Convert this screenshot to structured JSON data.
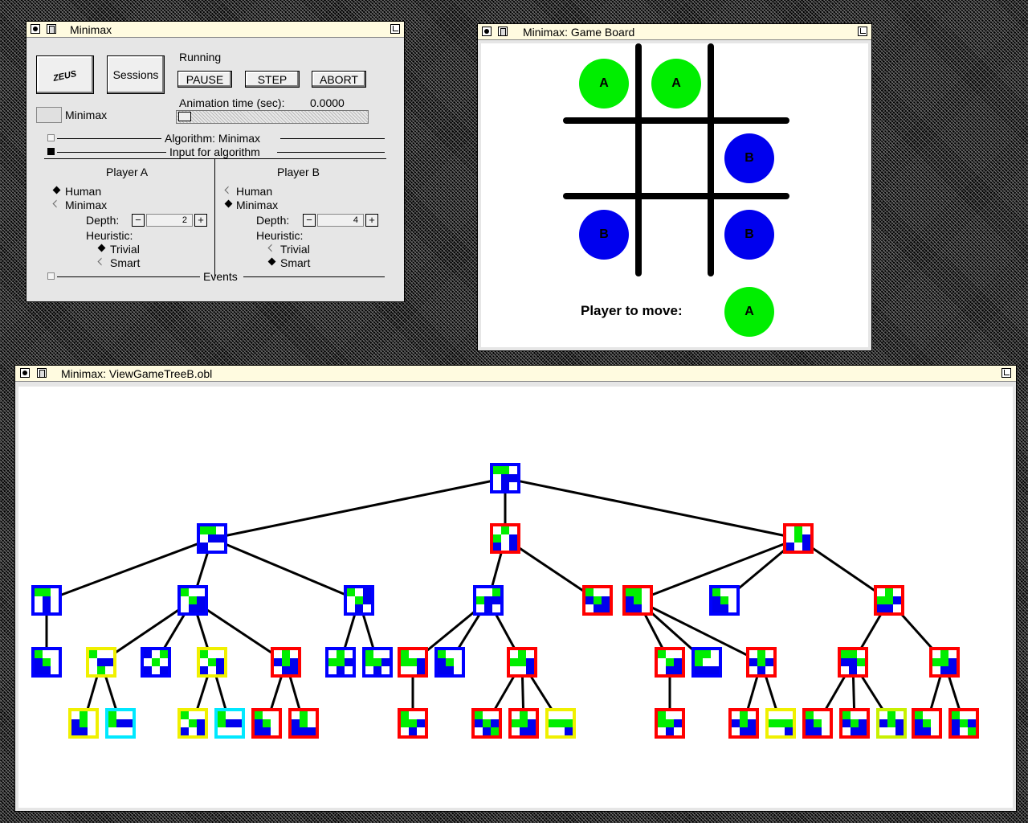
{
  "control": {
    "title": "Minimax",
    "zeus_label": "ZEUS",
    "sessions_label": "Sessions",
    "status": "Running",
    "pause_label": "PAUSE",
    "step_label": "STEP",
    "abort_label": "ABORT",
    "algo_name": "Minimax",
    "anim_label": "Animation time (sec):",
    "anim_value": "0.0000",
    "algorithm_section": "Algorithm:  Minimax",
    "input_section": "Input for algorithm",
    "events_section": "Events",
    "player_a": {
      "title": "Player A",
      "human": "Human",
      "minimax": "Minimax",
      "depth_label": "Depth:",
      "depth": "2",
      "heuristic_label": "Heuristic:",
      "trivial": "Trivial",
      "smart": "Smart",
      "mode": "human",
      "heuristic": "trivial"
    },
    "player_b": {
      "title": "Player B",
      "human": "Human",
      "minimax": "Minimax",
      "depth_label": "Depth:",
      "depth": "4",
      "heuristic_label": "Heuristic:",
      "trivial": "Trivial",
      "smart": "Smart",
      "mode": "minimax",
      "heuristic": "smart"
    }
  },
  "board": {
    "title": "Minimax: Game Board",
    "cells": [
      "A",
      "A",
      "",
      "",
      "",
      "B",
      "B",
      "",
      "B"
    ],
    "player_to_move_label": "Player to move:",
    "player_to_move": "A",
    "colors": {
      "A": "#00ee00",
      "B": "#0000ee"
    }
  },
  "tree": {
    "title": "Minimax: ViewGameTreeB.obl",
    "border_colors": {
      "blue": "#0000ff",
      "red": "#ff0000",
      "yellow": "#f0f000",
      "cyan": "#00e8ff",
      "lime": "#c8f000"
    },
    "nodes": [
      {
        "id": "r",
        "parent": null,
        "border": "blue",
        "cells": "AA..BB.B."
      },
      {
        "id": "n1",
        "parent": "r",
        "border": "blue",
        "cells": "AA..BBB.."
      },
      {
        "id": "n2",
        "parent": "r",
        "border": "red",
        "cells": ".A.A.BB.B"
      },
      {
        "id": "n3",
        "parent": "r",
        "border": "red",
        "cells": ".A..ABB.B"
      },
      {
        "id": "n11",
        "parent": "n1",
        "border": "blue",
        "cells": "AA..B..B."
      },
      {
        "id": "n12",
        "parent": "n1",
        "border": "blue",
        "cells": "A...AB.BB"
      },
      {
        "id": "n13",
        "parent": "n1",
        "border": "blue",
        "cells": "A.B.AB.B."
      },
      {
        "id": "n21",
        "parent": "n2",
        "border": "blue",
        "cells": "..AABB.B."
      },
      {
        "id": "n22",
        "parent": "n2",
        "border": "red",
        "cells": "A..BAB.BB"
      },
      {
        "id": "n31",
        "parent": "n3",
        "border": "red",
        "cells": "AA.BA.BB."
      },
      {
        "id": "n32",
        "parent": "n3",
        "border": "blue",
        "cells": "A..BA.BB."
      },
      {
        "id": "n33",
        "parent": "n3",
        "border": "red",
        "cells": ".A.AABBB."
      },
      {
        "id": "n111",
        "parent": "n11",
        "border": "blue",
        "cells": "A..BA.BB."
      },
      {
        "id": "n121",
        "parent": "n12",
        "border": "yellow",
        "cells": "A...BB.A."
      },
      {
        "id": "n122",
        "parent": "n12",
        "border": "blue",
        "cells": "B.A.A.B.B"
      },
      {
        "id": "n123",
        "parent": "n12",
        "border": "yellow",
        "cells": "A...ABB.B"
      },
      {
        "id": "n124",
        "parent": "n12",
        "border": "red",
        "cells": ".A.BAB.BB"
      },
      {
        "id": "n131",
        "parent": "n13",
        "border": "blue",
        "cells": ".A.AAB.B."
      },
      {
        "id": "n132",
        "parent": "n13",
        "border": "blue",
        "cells": "A..AAB.B."
      },
      {
        "id": "n211",
        "parent": "n21",
        "border": "red",
        "cells": "A..AAB..B"
      },
      {
        "id": "n212",
        "parent": "n21",
        "border": "blue",
        "cells": "A..BA.BB."
      },
      {
        "id": "n213",
        "parent": "n21",
        "border": "red",
        "cells": ".A.AAB..B"
      },
      {
        "id": "n311",
        "parent": "n31",
        "border": "red",
        "cells": "A...AB.BB"
      },
      {
        "id": "n312",
        "parent": "n31",
        "border": "blue",
        "cells": "AA.A..BBB"
      },
      {
        "id": "n313",
        "parent": "n31",
        "border": "red",
        "cells": ".A.BAB.B."
      },
      {
        "id": "n331",
        "parent": "n33",
        "border": "red",
        "cells": "AA.BBA.B."
      },
      {
        "id": "n332",
        "parent": "n33",
        "border": "red",
        "cells": ".A.AAB.BB"
      },
      {
        "id": "n1211",
        "parent": "n121",
        "border": "yellow",
        "cells": ".A.BA.BB."
      },
      {
        "id": "n1212",
        "parent": "n121",
        "border": "cyan",
        "cells": "A..ABB..."
      },
      {
        "id": "n1231",
        "parent": "n123",
        "border": "yellow",
        "cells": "A...ABB.B"
      },
      {
        "id": "n1232",
        "parent": "n123",
        "border": "cyan",
        "cells": "A..ABB..."
      },
      {
        "id": "n1241",
        "parent": "n124",
        "border": "red",
        "cells": "A..BA.BB."
      },
      {
        "id": "n1242",
        "parent": "n124",
        "border": "red",
        "cells": ".A.BA.BBB"
      },
      {
        "id": "n2111",
        "parent": "n211",
        "border": "red",
        "cells": "A..AAB.B."
      },
      {
        "id": "n2131",
        "parent": "n213",
        "border": "red",
        "cells": "A..BAB.BA"
      },
      {
        "id": "n2132",
        "parent": "n213",
        "border": "red",
        "cells": ".A.AAB.BB"
      },
      {
        "id": "n2133",
        "parent": "n213",
        "border": "yellow",
        "cells": "...AAA..B"
      },
      {
        "id": "n3111",
        "parent": "n311",
        "border": "red",
        "cells": "A..AAB.B."
      },
      {
        "id": "n3131",
        "parent": "n313",
        "border": "red",
        "cells": ".A.BAB.BB"
      },
      {
        "id": "n3132",
        "parent": "n313",
        "border": "yellow",
        "cells": "...AAA..B"
      },
      {
        "id": "n3311",
        "parent": "n331",
        "border": "red",
        "cells": "A..BA.BB."
      },
      {
        "id": "n3312",
        "parent": "n331",
        "border": "red",
        "cells": "A..BAB.BB"
      },
      {
        "id": "n3313",
        "parent": "n331",
        "border": "lime",
        "cells": ".A.BAB..B"
      },
      {
        "id": "n3321",
        "parent": "n332",
        "border": "red",
        "cells": "A..BA.BB."
      },
      {
        "id": "n3322",
        "parent": "n332",
        "border": "red",
        "cells": "A..BABB.A"
      }
    ]
  }
}
